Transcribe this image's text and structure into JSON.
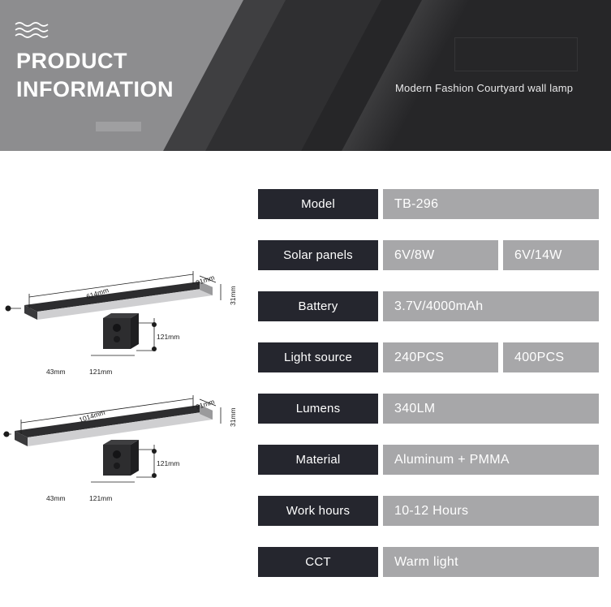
{
  "header": {
    "title_line1": "PRODUCT",
    "title_line2": "INFORMATION",
    "subtitle": "Modern Fashion Courtyard wall lamp",
    "wave_icon": "wave-lines-icon",
    "colors": {
      "grey_panel": "#8d8d8f",
      "dark_panel": "#2b2b2d"
    }
  },
  "spec_table": {
    "rows": [
      {
        "label": "Model",
        "values": [
          "TB-296"
        ]
      },
      {
        "label": "Solar panels",
        "values": [
          "6V/8W",
          "6V/14W"
        ]
      },
      {
        "label": "Battery",
        "values": [
          "3.7V/4000mAh"
        ]
      },
      {
        "label": "Light source",
        "values": [
          "240PCS",
          "400PCS"
        ]
      },
      {
        "label": "Lumens",
        "values": [
          "340LM"
        ]
      },
      {
        "label": "Material",
        "values": [
          "Aluminum + PMMA"
        ]
      },
      {
        "label": "Work hours",
        "values": [
          "10-12 Hours"
        ]
      },
      {
        "label": "CCT",
        "values": [
          "Warm light"
        ]
      }
    ],
    "colors": {
      "label_bg": "#25262e",
      "value_bg": "#a7a7a9"
    }
  },
  "diagrams": [
    {
      "name": "small-lamp-diagram",
      "dimensions": {
        "length": "614mm",
        "depth": "91mm",
        "thickness": "31mm",
        "height": "121mm",
        "base_width": "43mm",
        "base_depth": "121mm"
      }
    },
    {
      "name": "large-lamp-diagram",
      "dimensions": {
        "length": "1014mm",
        "depth": "91mm",
        "thickness": "31mm",
        "height": "121mm",
        "base_width": "43mm",
        "base_depth": "121mm"
      }
    }
  ]
}
